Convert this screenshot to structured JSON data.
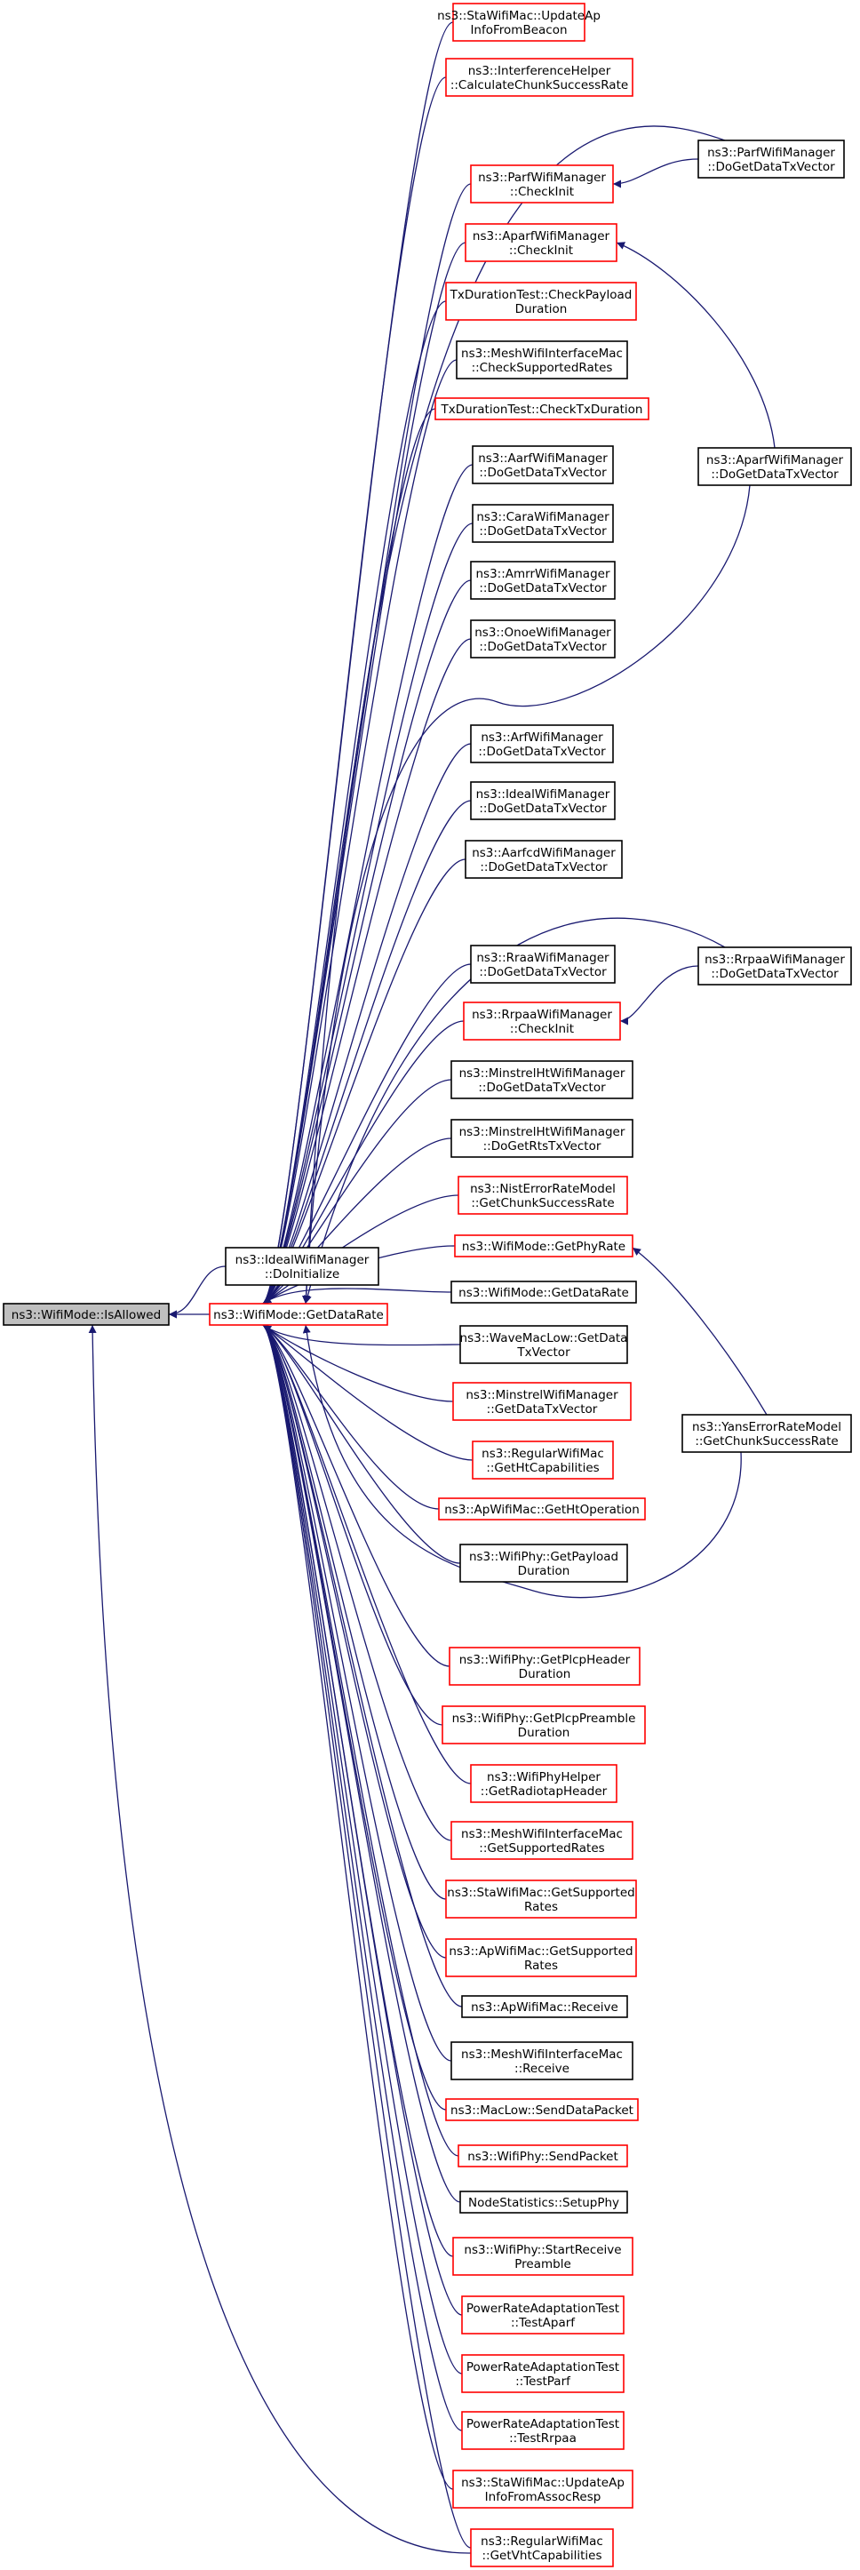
{
  "nodes": {
    "root": {
      "lines": [
        "ns3::WifiMode::IsAllowed"
      ],
      "style": "root"
    },
    "idealInit": {
      "lines": [
        "ns3::IdealWifiManager",
        "::DoInitialize"
      ],
      "style": "black"
    },
    "getDataRate": {
      "lines": [
        "ns3::WifiMode::GetDataRate"
      ],
      "style": "red"
    },
    "staUpdateBeacon": {
      "lines": [
        "ns3::StaWifiMac::UpdateAp",
        "InfoFromBeacon"
      ],
      "style": "red"
    },
    "interferenceChunk": {
      "lines": [
        "ns3::InterferenceHelper",
        "::CalculateChunkSuccessRate"
      ],
      "style": "red"
    },
    "parfCheckInit": {
      "lines": [
        "ns3::ParfWifiManager",
        "::CheckInit"
      ],
      "style": "red"
    },
    "aparfCheckInit": {
      "lines": [
        "ns3::AparfWifiManager",
        "::CheckInit"
      ],
      "style": "red"
    },
    "txCheckPayload": {
      "lines": [
        "TxDurationTest::CheckPayload",
        "Duration"
      ],
      "style": "red"
    },
    "meshCheckRates": {
      "lines": [
        "ns3::MeshWifiInterfaceMac",
        "::CheckSupportedRates"
      ],
      "style": "black"
    },
    "txCheckTx": {
      "lines": [
        "TxDurationTest::CheckTxDuration"
      ],
      "style": "red"
    },
    "aarf": {
      "lines": [
        "ns3::AarfWifiManager",
        "::DoGetDataTxVector"
      ],
      "style": "black"
    },
    "cara": {
      "lines": [
        "ns3::CaraWifiManager",
        "::DoGetDataTxVector"
      ],
      "style": "black"
    },
    "amrr": {
      "lines": [
        "ns3::AmrrWifiManager",
        "::DoGetDataTxVector"
      ],
      "style": "black"
    },
    "onoe": {
      "lines": [
        "ns3::OnoeWifiManager",
        "::DoGetDataTxVector"
      ],
      "style": "black"
    },
    "arf": {
      "lines": [
        "ns3::ArfWifiManager",
        "::DoGetDataTxVector"
      ],
      "style": "black"
    },
    "ideal": {
      "lines": [
        "ns3::IdealWifiManager",
        "::DoGetDataTxVector"
      ],
      "style": "black"
    },
    "aarfcd": {
      "lines": [
        "ns3::AarfcdWifiManager",
        "::DoGetDataTxVector"
      ],
      "style": "black"
    },
    "rraa": {
      "lines": [
        "ns3::RraaWifiManager",
        "::DoGetDataTxVector"
      ],
      "style": "black"
    },
    "rrpaaCheckInit": {
      "lines": [
        "ns3::RrpaaWifiManager",
        "::CheckInit"
      ],
      "style": "red"
    },
    "minstrelHtData": {
      "lines": [
        "ns3::MinstrelHtWifiManager",
        "::DoGetDataTxVector"
      ],
      "style": "black"
    },
    "minstrelHtRts": {
      "lines": [
        "ns3::MinstrelHtWifiManager",
        "::DoGetRtsTxVector"
      ],
      "style": "black"
    },
    "nistChunk": {
      "lines": [
        "ns3::NistErrorRateModel",
        "::GetChunkSuccessRate"
      ],
      "style": "red"
    },
    "getPhyRate": {
      "lines": [
        "ns3::WifiMode::GetPhyRate"
      ],
      "style": "red"
    },
    "modeGetDataRate": {
      "lines": [
        "ns3::WifiMode::GetDataRate"
      ],
      "style": "black"
    },
    "waveMacLow": {
      "lines": [
        "ns3::WaveMacLow::GetData",
        "TxVector"
      ],
      "style": "black"
    },
    "minstrelGetData": {
      "lines": [
        "ns3::MinstrelWifiManager",
        "::GetDataTxVector"
      ],
      "style": "red"
    },
    "regularHt": {
      "lines": [
        "ns3::RegularWifiMac",
        "::GetHtCapabilities"
      ],
      "style": "red"
    },
    "apHtOp": {
      "lines": [
        "ns3::ApWifiMac::GetHtOperation"
      ],
      "style": "red"
    },
    "phyPayload": {
      "lines": [
        "ns3::WifiPhy::GetPayload",
        "Duration"
      ],
      "style": "black"
    },
    "phyPlcpHeader": {
      "lines": [
        "ns3::WifiPhy::GetPlcpHeader",
        "Duration"
      ],
      "style": "red"
    },
    "phyPlcpPreamble": {
      "lines": [
        "ns3::WifiPhy::GetPlcpPreamble",
        "Duration"
      ],
      "style": "red"
    },
    "phyHelperRadiotap": {
      "lines": [
        "ns3::WifiPhyHelper",
        "::GetRadiotapHeader"
      ],
      "style": "red"
    },
    "meshGetRates": {
      "lines": [
        "ns3::MeshWifiInterfaceMac",
        "::GetSupportedRates"
      ],
      "style": "red"
    },
    "staGetRates": {
      "lines": [
        "ns3::StaWifiMac::GetSupported",
        "Rates"
      ],
      "style": "red"
    },
    "apGetRates": {
      "lines": [
        "ns3::ApWifiMac::GetSupported",
        "Rates"
      ],
      "style": "red"
    },
    "apReceive": {
      "lines": [
        "ns3::ApWifiMac::Receive"
      ],
      "style": "black"
    },
    "meshReceive": {
      "lines": [
        "ns3::MeshWifiInterfaceMac",
        "::Receive"
      ],
      "style": "black"
    },
    "macLowSend": {
      "lines": [
        "ns3::MacLow::SendDataPacket"
      ],
      "style": "red"
    },
    "phySend": {
      "lines": [
        "ns3::WifiPhy::SendPacket"
      ],
      "style": "red"
    },
    "nodeStats": {
      "lines": [
        "NodeStatistics::SetupPhy"
      ],
      "style": "black"
    },
    "phyStartRx": {
      "lines": [
        "ns3::WifiPhy::StartReceive",
        "Preamble"
      ],
      "style": "red"
    },
    "testAparf": {
      "lines": [
        "PowerRateAdaptationTest",
        "::TestAparf"
      ],
      "style": "red"
    },
    "testParf": {
      "lines": [
        "PowerRateAdaptationTest",
        "::TestParf"
      ],
      "style": "red"
    },
    "testRrpaa": {
      "lines": [
        "PowerRateAdaptationTest",
        "::TestRrpaa"
      ],
      "style": "red"
    },
    "staUpdateAssoc": {
      "lines": [
        "ns3::StaWifiMac::UpdateAp",
        "InfoFromAssocResp"
      ],
      "style": "red"
    },
    "regularVht": {
      "lines": [
        "ns3::RegularWifiMac",
        "::GetVhtCapabilities"
      ],
      "style": "red"
    },
    "parfDo": {
      "lines": [
        "ns3::ParfWifiManager",
        "::DoGetDataTxVector"
      ],
      "style": "black"
    },
    "aparfDo": {
      "lines": [
        "ns3::AparfWifiManager",
        "::DoGetDataTxVector"
      ],
      "style": "black"
    },
    "rrpaaDo": {
      "lines": [
        "ns3::RrpaaWifiManager",
        "::DoGetDataTxVector"
      ],
      "style": "black"
    },
    "yans": {
      "lines": [
        "ns3::YansErrorRateModel",
        "::GetChunkSuccessRate"
      ],
      "style": "black"
    }
  },
  "edges": [
    [
      "root",
      "idealInit"
    ],
    [
      "root",
      "getDataRate"
    ],
    [
      "root",
      "regularVht"
    ],
    [
      "getDataRate",
      "staUpdateBeacon"
    ],
    [
      "getDataRate",
      "interferenceChunk"
    ],
    [
      "getDataRate",
      "parfDo"
    ],
    [
      "getDataRate",
      "parfCheckInit"
    ],
    [
      "getDataRate",
      "aparfCheckInit"
    ],
    [
      "getDataRate",
      "txCheckPayload"
    ],
    [
      "getDataRate",
      "meshCheckRates"
    ],
    [
      "getDataRate",
      "txCheckTx"
    ],
    [
      "getDataRate",
      "aarf"
    ],
    [
      "getDataRate",
      "cara"
    ],
    [
      "getDataRate",
      "amrr"
    ],
    [
      "getDataRate",
      "onoe"
    ],
    [
      "getDataRate",
      "aparfDo"
    ],
    [
      "getDataRate",
      "arf"
    ],
    [
      "getDataRate",
      "ideal"
    ],
    [
      "getDataRate",
      "aarfcd"
    ],
    [
      "getDataRate",
      "rrpaaDo"
    ],
    [
      "getDataRate",
      "rraa"
    ],
    [
      "getDataRate",
      "rrpaaCheckInit"
    ],
    [
      "getDataRate",
      "minstrelHtData"
    ],
    [
      "getDataRate",
      "minstrelHtRts"
    ],
    [
      "getDataRate",
      "nistChunk"
    ],
    [
      "getDataRate",
      "getPhyRate"
    ],
    [
      "getDataRate",
      "modeGetDataRate"
    ],
    [
      "getDataRate",
      "waveMacLow"
    ],
    [
      "getDataRate",
      "minstrelGetData"
    ],
    [
      "getDataRate",
      "regularHt"
    ],
    [
      "getDataRate",
      "apHtOp"
    ],
    [
      "getDataRate",
      "phyPayload"
    ],
    [
      "getDataRate",
      "yans"
    ],
    [
      "getDataRate",
      "phyPlcpHeader"
    ],
    [
      "getDataRate",
      "phyPlcpPreamble"
    ],
    [
      "getDataRate",
      "phyHelperRadiotap"
    ],
    [
      "getDataRate",
      "meshGetRates"
    ],
    [
      "getDataRate",
      "staGetRates"
    ],
    [
      "getDataRate",
      "apGetRates"
    ],
    [
      "getDataRate",
      "apReceive"
    ],
    [
      "getDataRate",
      "meshReceive"
    ],
    [
      "getDataRate",
      "macLowSend"
    ],
    [
      "getDataRate",
      "phySend"
    ],
    [
      "getDataRate",
      "nodeStats"
    ],
    [
      "getDataRate",
      "phyStartRx"
    ],
    [
      "getDataRate",
      "testAparf"
    ],
    [
      "getDataRate",
      "testParf"
    ],
    [
      "getDataRate",
      "testRrpaa"
    ],
    [
      "getDataRate",
      "staUpdateAssoc"
    ],
    [
      "getDataRate",
      "regularVht"
    ],
    [
      "parfCheckInit",
      "parfDo"
    ],
    [
      "aparfCheckInit",
      "aparfDo"
    ],
    [
      "rrpaaCheckInit",
      "rrpaaDo"
    ],
    [
      "getPhyRate",
      "yans"
    ]
  ],
  "colors": {
    "edge": "#191970",
    "red_border": "#ff0000",
    "black_border": "#000000",
    "root_fill": "#bfbfbf"
  }
}
